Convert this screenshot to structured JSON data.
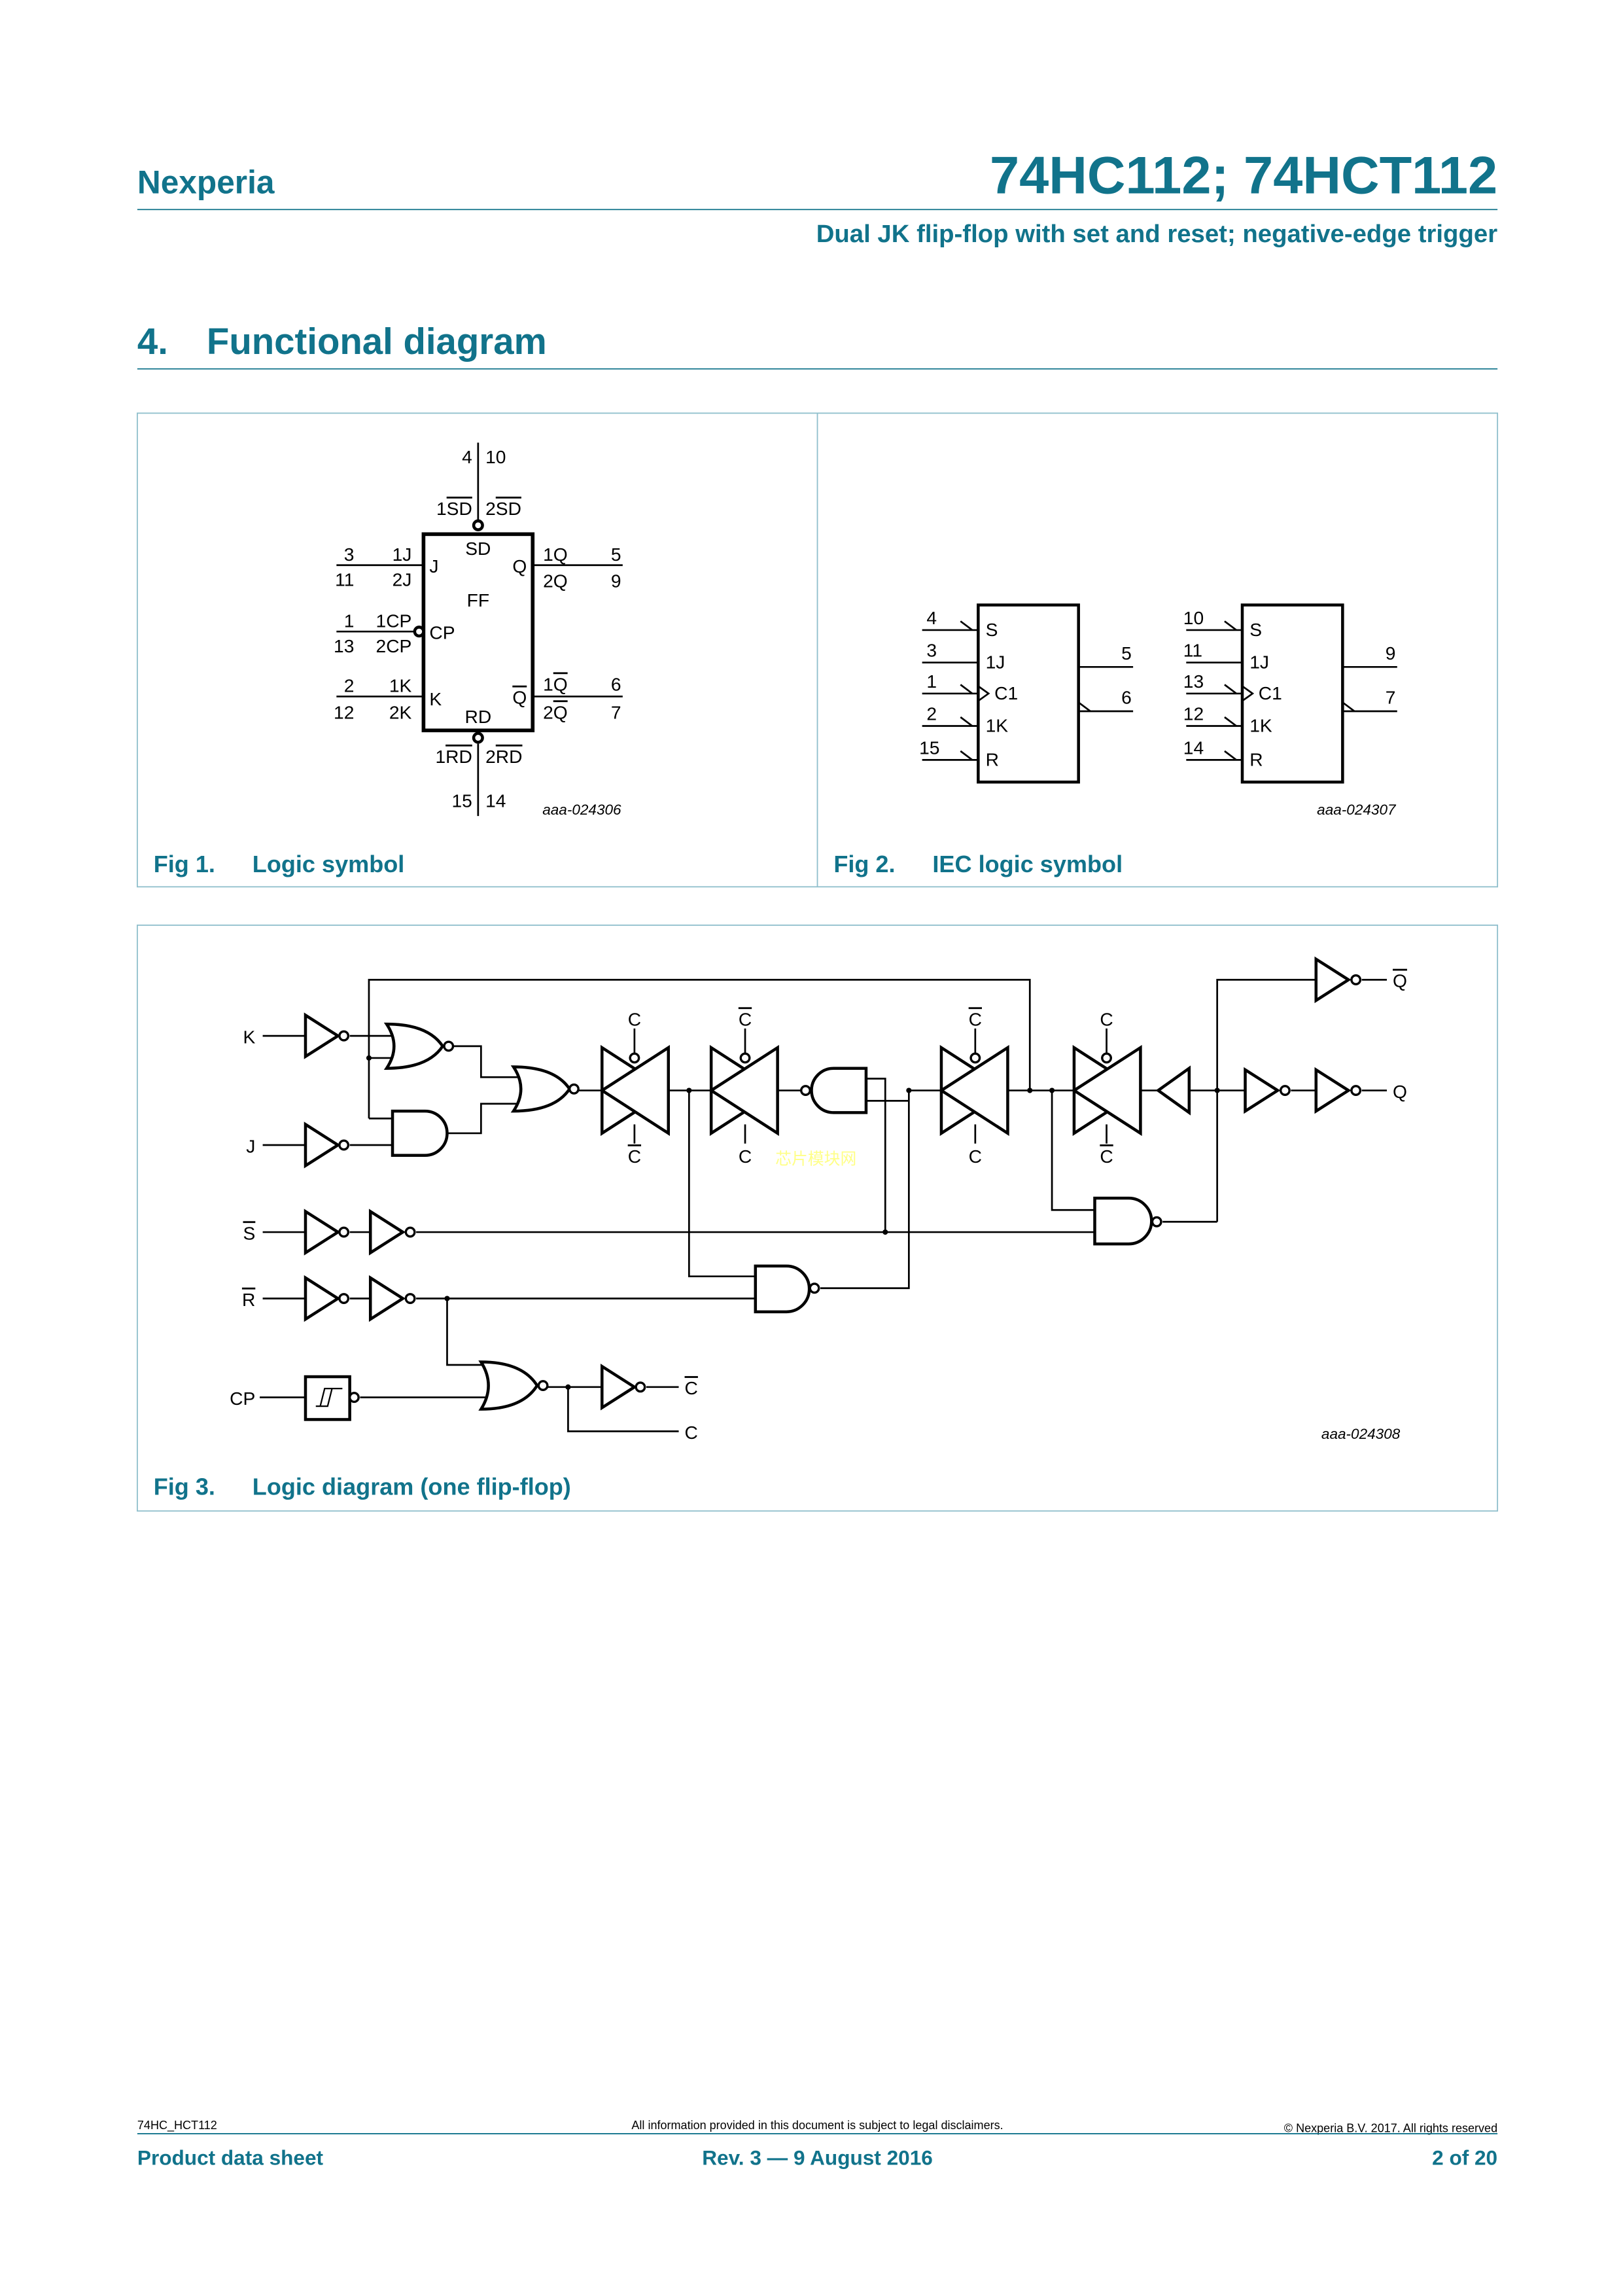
{
  "header": {
    "brand": "Nexperia",
    "title": "74HC112; 74HCT112",
    "subtitle": "Dual JK flip-flop with set and reset; negative-edge trigger"
  },
  "section": {
    "number": "4.",
    "title": "Functional diagram"
  },
  "fig1": {
    "caption_num": "Fig 1.",
    "caption": "Logic symbol",
    "code": "aaa-024306",
    "top_pins": [
      "4",
      "10"
    ],
    "top_label_1": {
      "pre": "1",
      "bar": "SD"
    },
    "top_label_2": {
      "pre": "2",
      "bar": "SD"
    },
    "bottom_pins": [
      "15",
      "14"
    ],
    "bottom_label_1": {
      "pre": "1",
      "bar": "RD"
    },
    "bottom_label_2": {
      "pre": "2",
      "bar": "RD"
    },
    "inner": {
      "sd": "SD",
      "ff": "FF",
      "rd": "RD",
      "j": "J",
      "cp": "CP",
      "k": "K",
      "q": "Q",
      "qbar": "Q"
    },
    "left": [
      {
        "pin1": "3",
        "pin2": "11",
        "name1": "1J",
        "name2": "2J"
      },
      {
        "pin1": "1",
        "pin2": "13",
        "name1": "1CP",
        "name2": "2CP"
      },
      {
        "pin1": "2",
        "pin2": "12",
        "name1": "1K",
        "name2": "2K"
      }
    ],
    "right": [
      {
        "pin1": "5",
        "pin2": "9",
        "name1": "1Q",
        "name2": "2Q"
      },
      {
        "pin1": "6",
        "pin2": "7",
        "pre1": "1",
        "bar1": "Q",
        "pre2": "2",
        "bar2": "Q"
      }
    ]
  },
  "fig2": {
    "caption_num": "Fig 2.",
    "caption": "IEC logic symbol",
    "code": "aaa-024307",
    "inputs": [
      "S",
      "1J",
      "C1",
      "1K",
      "R"
    ],
    "blocks": [
      {
        "in_pins": [
          "4",
          "3",
          "1",
          "2",
          "15"
        ],
        "out_pins": [
          "5",
          "6"
        ]
      },
      {
        "in_pins": [
          "10",
          "11",
          "13",
          "12",
          "14"
        ],
        "out_pins": [
          "9",
          "7"
        ]
      }
    ]
  },
  "fig3": {
    "caption_num": "Fig 3.",
    "caption": "Logic diagram (one flip-flop)",
    "code": "aaa-024308",
    "inputs": {
      "k": "K",
      "j": "J",
      "s": "S",
      "r": "R",
      "cp": "CP"
    },
    "tg_labels": {
      "c": "C",
      "cbar": "C"
    },
    "outputs": {
      "qbar": "Q",
      "q": "Q",
      "cbar": "C",
      "c": "C"
    },
    "watermark": "芯片模块网"
  },
  "footer": {
    "doc_id": "74HC_HCT112",
    "disclaimer": "All information provided in this document is subject to legal disclaimers.",
    "copyright": "© Nexperia B.V. 2017. All rights reserved",
    "doc_type": "Product data sheet",
    "revision": "Rev. 3 — 9 August 2016",
    "page": "2 of 20"
  },
  "colors": {
    "brand": "#11738b",
    "frame": "#8fbfcc",
    "watermark": "#ffff88"
  }
}
